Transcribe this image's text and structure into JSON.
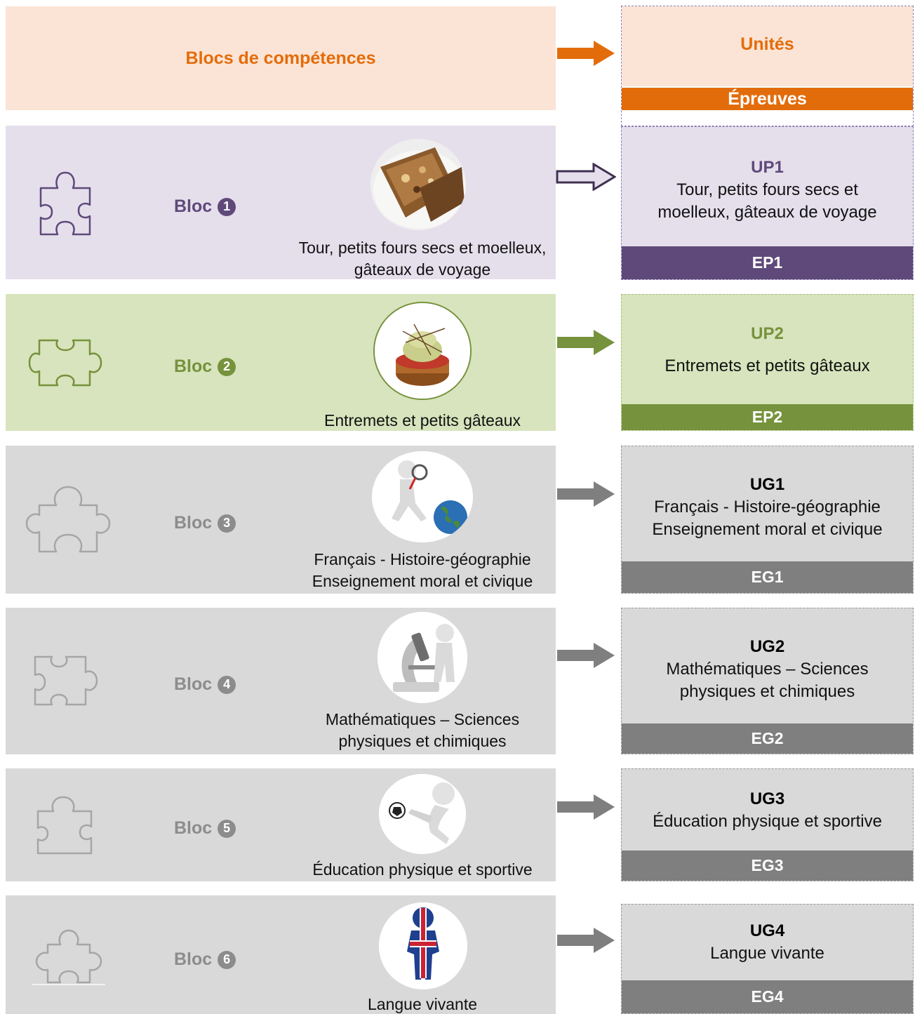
{
  "header": {
    "left_title": "Blocs de compétences",
    "right_title": "Unités",
    "right_band": "Épreuves"
  },
  "colors": {
    "orange": "#e36c0a",
    "orange_light": "#fbe4d5",
    "purple": "#5f497a",
    "purple_light": "#e5dfec",
    "green": "#76923c",
    "green_light": "#d7e4bd",
    "grey_text": "#8c8c8c",
    "grey_light": "#d9d9d9",
    "grey_band": "#7f7f7f",
    "grey_arrow": "#7f7f7f"
  },
  "blocs": [
    {
      "bloc_word": "Bloc",
      "num": "1",
      "caption": "Tour, petits fours secs et moelleux, gâteaux de voyage",
      "photo": "cake-photo",
      "unit_code": "UP1",
      "unit_name": "Tour, petits fours secs et moelleux, gâteaux de voyage",
      "epreuve": "EP1"
    },
    {
      "bloc_word": "Bloc",
      "num": "2",
      "caption": "Entremets et petits gâteaux",
      "photo": "tartlet-photo",
      "unit_code": "UP2",
      "unit_name": "Entremets et petits gâteaux",
      "epreuve": "EP2"
    },
    {
      "bloc_word": "Bloc",
      "num": "3",
      "caption_line1": "Français - Histoire-géographie",
      "caption_line2": "Enseignement moral et civique",
      "photo": "globe-figure-photo",
      "unit_code": "UG1",
      "unit_line1": "Français - Histoire-géographie",
      "unit_line2": "Enseignement moral et civique",
      "epreuve": "EG1"
    },
    {
      "bloc_word": "Bloc",
      "num": "4",
      "caption_line1": "Mathématiques – Sciences",
      "caption_line2": "physiques et chimiques",
      "photo": "microscope-figure-photo",
      "unit_code": "UG2",
      "unit_line1": "Mathématiques – Sciences",
      "unit_line2": "physiques et chimiques",
      "epreuve": "EG2"
    },
    {
      "bloc_word": "Bloc",
      "num": "5",
      "caption": "Éducation physique et sportive",
      "photo": "soccer-figure-photo",
      "unit_code": "UG3",
      "unit_name": "Éducation physique et sportive",
      "epreuve": "EG3"
    },
    {
      "bloc_word": "Bloc",
      "num": "6",
      "caption": "Langue vivante",
      "photo": "uk-flag-figure-photo",
      "unit_code": "UG4",
      "unit_name": "Langue vivante",
      "epreuve": "EG4"
    }
  ]
}
